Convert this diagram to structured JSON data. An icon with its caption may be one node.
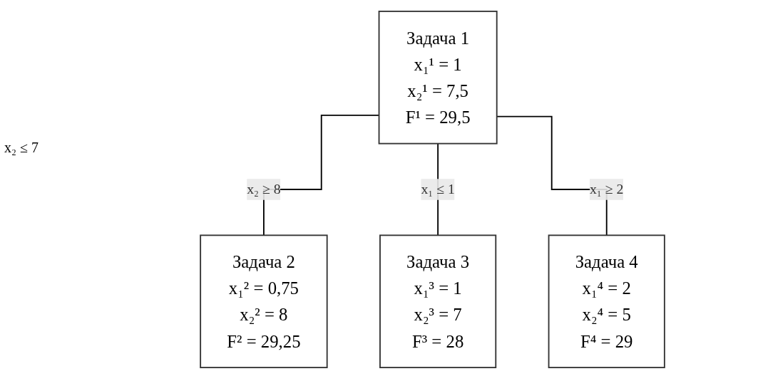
{
  "diagram": {
    "nodes": [
      {
        "text": [
          "Задача 1",
          "x₁¹ = 1",
          "x₂¹ = 7,5",
          "F¹ = 29,5"
        ]
      },
      {
        "text": [
          "Задача 2",
          "x₁² = 0,75",
          "x₂² = 8",
          "F² = 29,25"
        ]
      },
      {
        "text": [
          "Задача 3",
          "x₁³ = 1",
          "x₂³ = 7",
          "F³ = 28"
        ]
      },
      {
        "text": [
          "Задача 4",
          "x₁⁴ = 2",
          "x₂⁴ = 5",
          "F⁴ = 29"
        ]
      }
    ],
    "edges": [
      {
        "from": 0,
        "to": 1,
        "arrow": "none",
        "label": "x₂ ≥ 8"
      },
      {
        "from": 0,
        "to": 2,
        "arrow": "none",
        "label": "x₁ ≤ 1"
      },
      {
        "from": 0,
        "to": 3,
        "arrow": "none",
        "label": "x₁ ≥ 2"
      }
    ],
    "labels": [
      "x₂ ≤ 7"
    ]
  }
}
